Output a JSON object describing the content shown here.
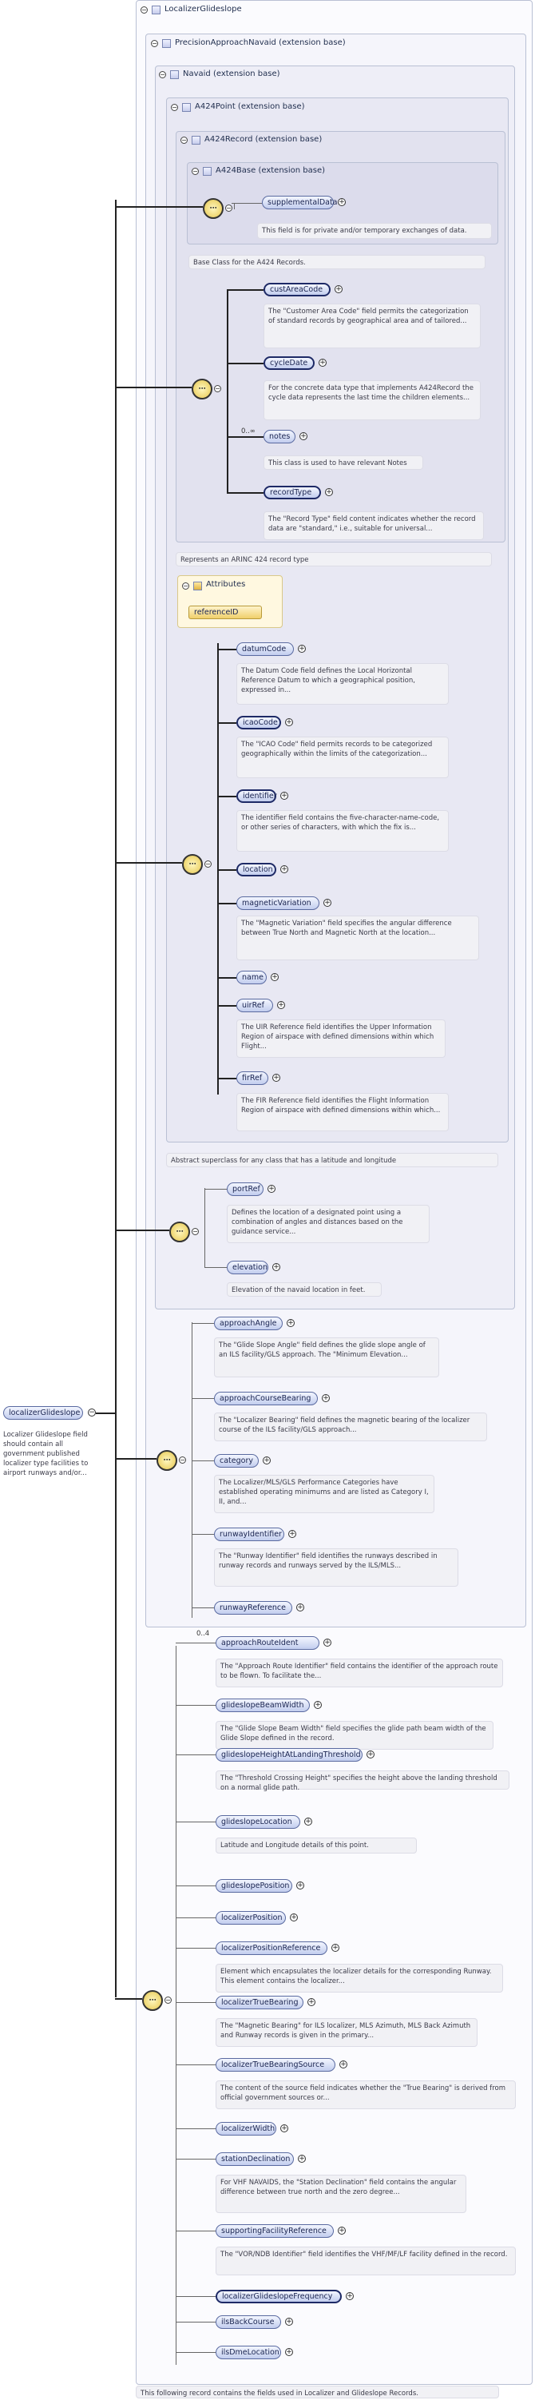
{
  "root": {
    "title": "LocalizerGlideslope",
    "element_label": "localizerGlideslope",
    "element_desc": "Localizer Glideslope field should contain all government published localizer type facilities to airport runways and/or...",
    "footer": "This following record contains the fields used in Localizer and Glideslope Records."
  },
  "bases": {
    "precision": "PrecisionApproachNavaid (extension base)",
    "navaid": "Navaid (extension base)",
    "point": "A424Point (extension base)",
    "record": "A424Record (extension base)",
    "base": "A424Base (extension base)"
  },
  "a424base": {
    "items": [
      {
        "name": "supplementalData",
        "desc": "This field is for private and/or temporary exchanges of data."
      }
    ],
    "note": "Base Class for the A424 Records."
  },
  "a424record": {
    "items": [
      {
        "name": "custAreaCode",
        "desc": "The \"Customer Area Code\" field permits the categorization of standard records by geographical area and of tailored..."
      },
      {
        "name": "cycleDate",
        "desc": "For the concrete data type that implements A424Record the cycle data represents the last time the children elements..."
      },
      {
        "name": "notes",
        "desc": "This class is used to have relevant Notes"
      },
      {
        "name": "recordType",
        "desc": "The \"Record Type\" field content indicates whether the record data are \"standard,\" i.e., suitable for universal..."
      }
    ],
    "notes_mult": "0..∞",
    "note": "Represents an ARINC 424 record type"
  },
  "attributes": {
    "title": "Attributes",
    "items": [
      "referenceID"
    ]
  },
  "a424point": {
    "items": [
      {
        "name": "datumCode",
        "desc": "The Datum Code field defines the Local Horizontal Reference Datum to which a geographical position, expressed in..."
      },
      {
        "name": "icaoCode",
        "desc": "The \"ICAO Code\" field permits records to be categorized geographically within the limits of the categorization..."
      },
      {
        "name": "identifier",
        "desc": "The identifier field contains the five-character-name-code, or other series of characters, with which the fix is..."
      },
      {
        "name": "location",
        "desc": ""
      },
      {
        "name": "magneticVariation",
        "desc": "The \"Magnetic Variation\" field specifies the angular difference between True North and Magnetic North at the location..."
      },
      {
        "name": "name",
        "desc": ""
      },
      {
        "name": "uirRef",
        "desc": "The UIR Reference field identifies the Upper Information Region of airspace with defined dimensions within which Flight..."
      },
      {
        "name": "firRef",
        "desc": "The FIR Reference field identifies the Flight Information Region of airspace with defined dimensions within which..."
      }
    ],
    "note": "Abstract superclass for any class that has a latitude and longitude"
  },
  "navaid": {
    "items": [
      {
        "name": "portRef",
        "desc": "Defines the location of a designated point using a combination of angles and distances based on the guidance service..."
      },
      {
        "name": "elevation",
        "desc": "Elevation of the navaid location in feet."
      }
    ]
  },
  "precision": {
    "items": [
      {
        "name": "approachAngle",
        "desc": "The \"Glide Slope Angle\" field defines the glide slope angle of an ILS facility/GLS approach. The \"Minimum Elevation..."
      },
      {
        "name": "approachCourseBearing",
        "desc": "The \"Localizer Bearing\" field defines the magnetic bearing of the localizer course of the ILS facility/GLS approach..."
      },
      {
        "name": "category",
        "desc": "The Localizer/MLS/GLS Performance Categories have established operating minimums and are listed as Category I, II, and..."
      },
      {
        "name": "runwayIdentifier",
        "desc": "The \"Runway Identifier\" field identifies the runways described in runway records and runways served by the ILS/MLS..."
      },
      {
        "name": "runwayReference",
        "desc": ""
      }
    ]
  },
  "local": {
    "route_mult": "0..4",
    "items": [
      {
        "name": "approachRouteIdent",
        "desc": "The \"Approach Route Identifier\" field contains the identifier of the approach route to be flown. To facilitate the..."
      },
      {
        "name": "glideslopeBeamWidth",
        "desc": "The \"Glide Slope Beam Width\" field specifies the glide path beam width of the Glide Slope defined in the record."
      },
      {
        "name": "glideslopeHeightAtLandingThreshold",
        "desc": "The \"Threshold Crossing Height\" specifies the height above the landing threshold on a normal glide path."
      },
      {
        "name": "glideslopeLocation",
        "desc": "Latitude and Longitude details of this point."
      },
      {
        "name": "glideslopePosition",
        "desc": ""
      },
      {
        "name": "localizerPosition",
        "desc": ""
      },
      {
        "name": "localizerPositionReference",
        "desc": "Element which encapsulates the localizer details for the corresponding Runway. This element contains the localizer..."
      },
      {
        "name": "localizerTrueBearing",
        "desc": "The \"Magnetic Bearing\" for ILS localizer, MLS Azimuth, MLS Back Azimuth and Runway records is given in the primary..."
      },
      {
        "name": "localizerTrueBearingSource",
        "desc": "The content of the source field indicates whether the \"True Bearing\" is derived from official government sources or..."
      },
      {
        "name": "localizerWidth",
        "desc": ""
      },
      {
        "name": "stationDeclination",
        "desc": "For VHF NAVAIDS, the \"Station Declination\" field contains the angular difference between true north and the zero degree..."
      },
      {
        "name": "supportingFacilityReference",
        "desc": "The \"VOR/NDB Identifier\" field identifies the VHF/MF/LF facility defined in the record."
      },
      {
        "name": "localizerGlideslopeFrequency",
        "desc": ""
      },
      {
        "name": "ilsBackCourse",
        "desc": ""
      },
      {
        "name": "ilsDmeLocation",
        "desc": ""
      }
    ]
  }
}
